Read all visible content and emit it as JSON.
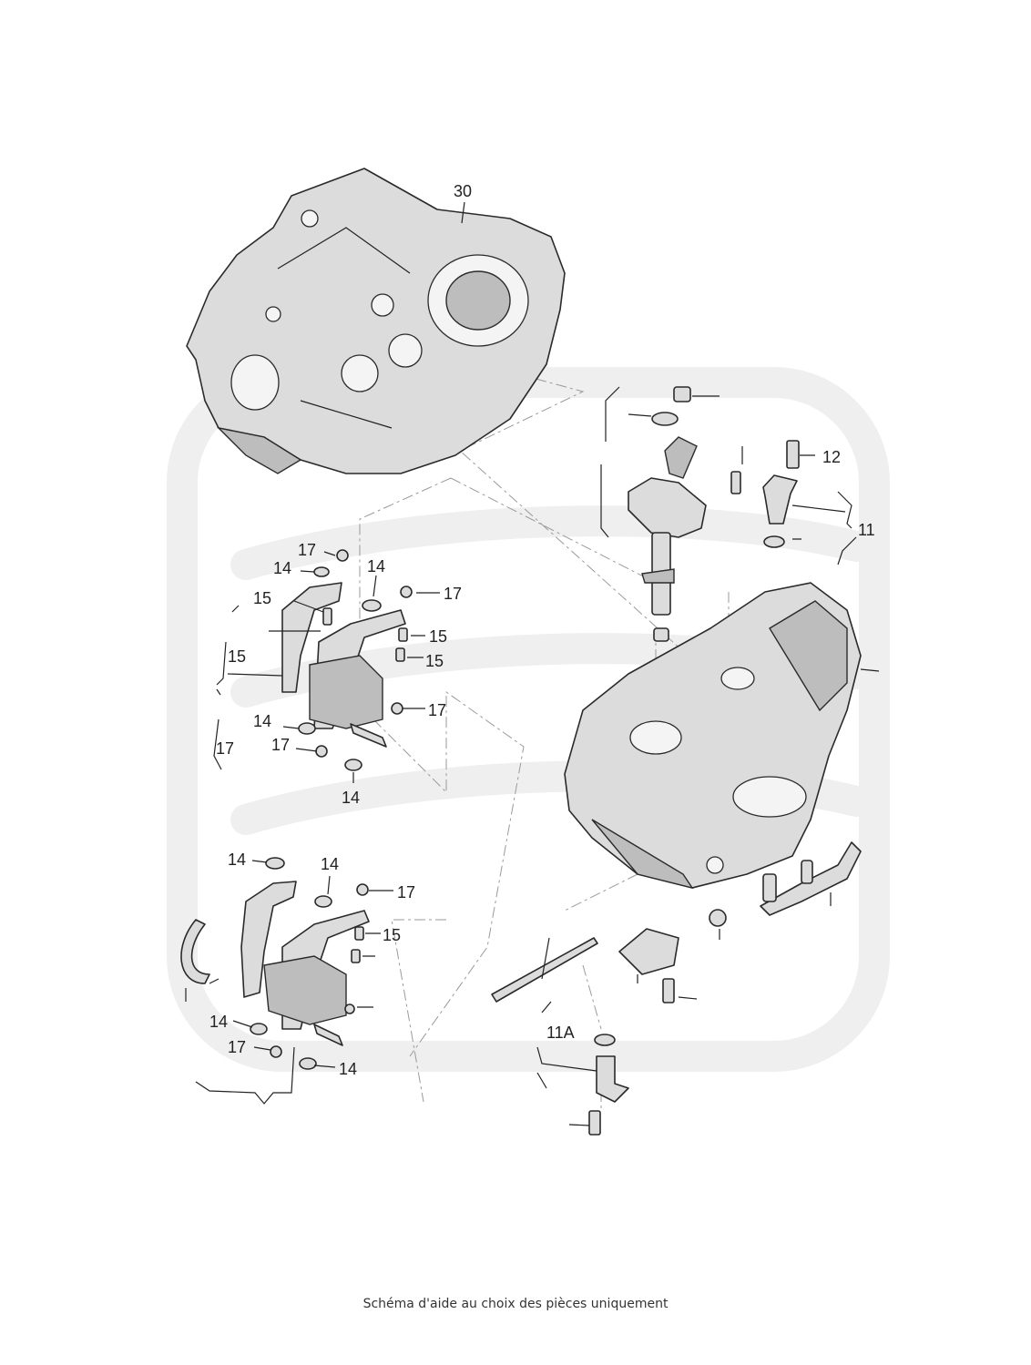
{
  "caption": "Schéma d'aide au choix des pièces uniquement",
  "callouts": {
    "c30": "30",
    "c12": "12",
    "c11": "11",
    "c11a": "11A",
    "c14": "14",
    "c15": "15",
    "c17": "17"
  },
  "colors": {
    "background": "#ffffff",
    "part_fill": "#dcdcdc",
    "outline": "#2a2a2a",
    "watermark": "#efefef"
  }
}
